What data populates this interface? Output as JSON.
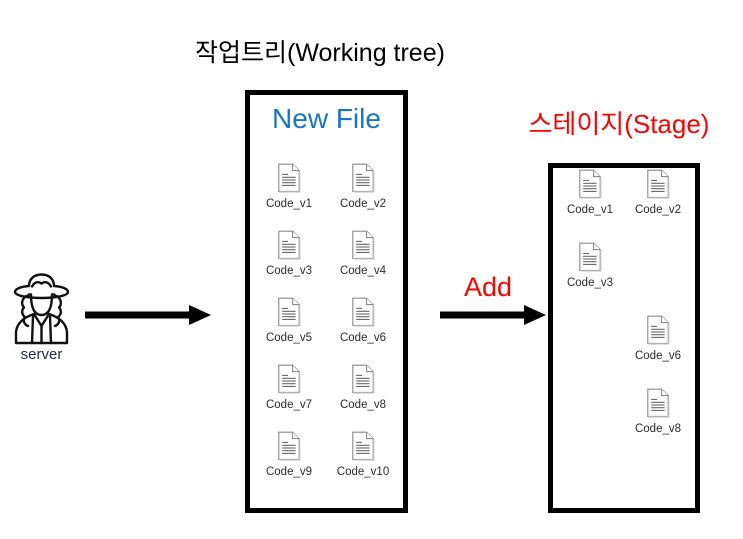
{
  "diagram": {
    "title_working_tree": "작업트리(Working tree)",
    "title_stage": "스테이지(Stage)",
    "new_file_label": "New File",
    "add_label": "Add",
    "colors": {
      "stage_red": "#fe0000",
      "new_file_blue": "#1874c8",
      "box_border": "#000000",
      "server_label": "#1f2a44",
      "file_label": "#2b2b2b"
    }
  },
  "server": {
    "label": "server",
    "icon": "cowboy-person-icon"
  },
  "arrows": [
    {
      "name": "server-to-working-tree",
      "label": ""
    },
    {
      "name": "working-tree-to-stage",
      "label": "Add"
    }
  ],
  "working_tree": {
    "heading": "New File",
    "columns": 2,
    "files": [
      {
        "label": "Code_v1",
        "icon": "document-icon"
      },
      {
        "label": "Code_v2",
        "icon": "document-icon"
      },
      {
        "label": "Code_v3",
        "icon": "document-icon"
      },
      {
        "label": "Code_v4",
        "icon": "document-icon"
      },
      {
        "label": "Code_v5",
        "icon": "document-icon"
      },
      {
        "label": "Code_v6",
        "icon": "document-icon"
      },
      {
        "label": "Code_v7",
        "icon": "document-icon"
      },
      {
        "label": "Code_v8",
        "icon": "document-icon"
      },
      {
        "label": "Code_v9",
        "icon": "document-icon"
      },
      {
        "label": "Code_v10",
        "icon": "document-icon"
      }
    ]
  },
  "stage": {
    "columns": 2,
    "cells": [
      {
        "label": "Code_v1",
        "icon": "document-icon",
        "empty": false
      },
      {
        "label": "Code_v2",
        "icon": "document-icon",
        "empty": false
      },
      {
        "label": "Code_v3",
        "icon": "document-icon",
        "empty": false
      },
      {
        "label": "",
        "icon": "",
        "empty": true
      },
      {
        "label": "",
        "icon": "",
        "empty": true
      },
      {
        "label": "Code_v6",
        "icon": "document-icon",
        "empty": false
      },
      {
        "label": "",
        "icon": "",
        "empty": true
      },
      {
        "label": "Code_v8",
        "icon": "document-icon",
        "empty": false
      }
    ]
  }
}
